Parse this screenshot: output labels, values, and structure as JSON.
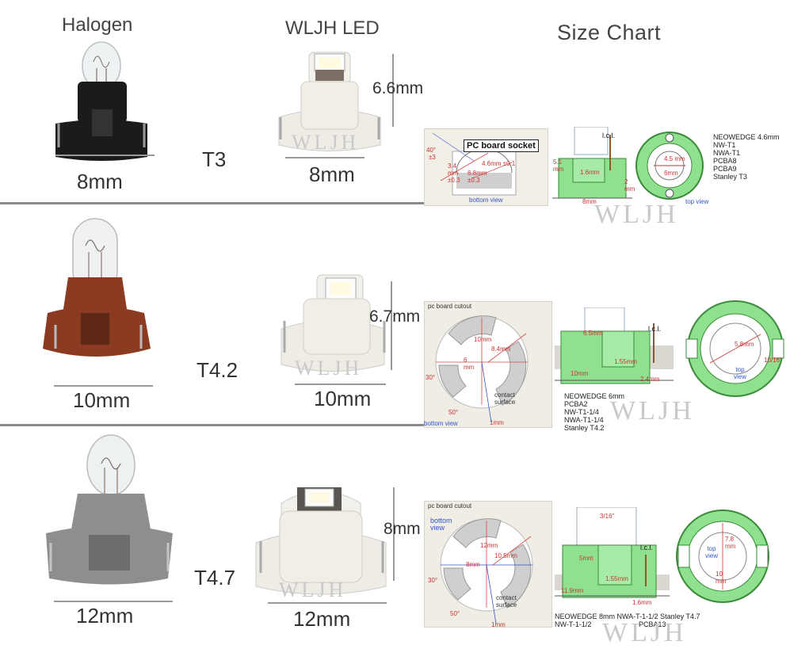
{
  "headers": {
    "halogen": "Halogen",
    "led": "WLJH LED",
    "size_chart": "Size Chart"
  },
  "watermark": "WLJH",
  "rows": [
    {
      "type": "T3",
      "halogen_width": "8mm",
      "led_width": "8mm",
      "led_height": "6.6mm",
      "halogen_base_color": "#1b1b1b",
      "chart": {
        "socket_label": "PC board socket",
        "bottom_view": "bottom view",
        "top_view": "top view",
        "lcl": "l.c.l.",
        "angle": "40°",
        "angle_tol": "±3",
        "dims": [
          "3.4 mm ±0.3",
          "6.8mm ±0.3",
          "4.6mm ±0.1",
          "5.1 mm",
          "1.6mm",
          "8mm",
          "2 mm",
          "4.5 mm",
          "6mm"
        ],
        "compat": [
          "NEOWEDGE 4.6mm",
          "NW-T1",
          "NWA-T1",
          "PCBA8",
          "PCBA9",
          "Stanley T3"
        ]
      }
    },
    {
      "type": "T4.2",
      "halogen_width": "10mm",
      "led_width": "10mm",
      "led_height": "6.7mm",
      "halogen_base_color": "#8a3b22",
      "chart": {
        "cutout_label": "pc board cutout",
        "bottom_view": "bottom view",
        "top_view": "top view",
        "contact_surface": "contact surface",
        "lcl": "l.c.l.",
        "dims": [
          "10mm",
          "8.4mm",
          "6 mm",
          "30°",
          "50°",
          "1mm",
          "6.5mm",
          "1.55mm",
          "10mm",
          "2.4mm",
          "5.8mm",
          "10/16\""
        ],
        "compat": [
          "NEOWEDGE 6mm",
          "PCBA2",
          "NW-T1-1/4",
          "NWA-T1-1/4",
          "Stanley T4.2"
        ]
      }
    },
    {
      "type": "T4.7",
      "halogen_width": "12mm",
      "led_width": "12mm",
      "led_height": "8mm",
      "halogen_base_color": "#8e8e8e",
      "chart": {
        "cutout_label": "pc board cutout",
        "bottom_view": "bottom view",
        "top_view": "top view",
        "contact_surface": "contact surface",
        "lcl": "l.c.l.",
        "dims": [
          "12mm",
          "10.5mm",
          "8mm",
          "30°",
          "50°",
          "1mm",
          "3/16\"",
          "5mm",
          "1.55mm",
          "11.9mm",
          "1.6mm",
          "7.8 mm",
          "10 mm"
        ],
        "compat_line1": "NEOWEDGE 8mm  NWA-T-1-1/2  Stanley T4.7",
        "compat_line2": "NW-T-1-1/2",
        "compat_line3": "PCBA13"
      }
    }
  ]
}
